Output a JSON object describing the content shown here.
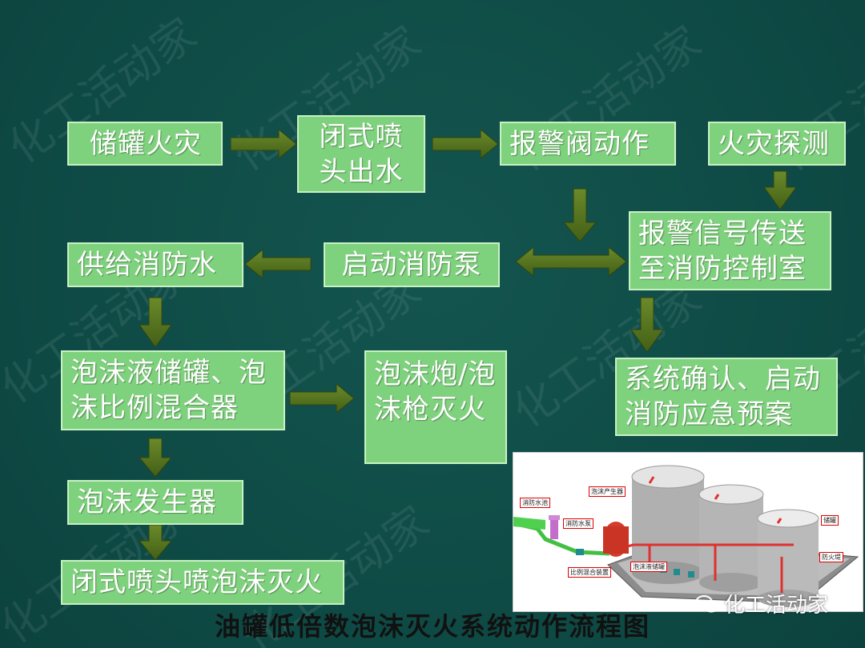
{
  "watermark_text": "化工活动家",
  "boxes": {
    "tank_fire": "储罐火灾",
    "sprinkler_water": "闭式喷\n头出水",
    "alarm_valve": "报警阀动作",
    "fire_detect": "火灾探测",
    "alarm_signal": "报警信号传送\n至消防控制室",
    "supply_water": "供给消防水",
    "start_pump": "启动消防泵",
    "foam_tank": "泡沫液储罐、泡\n沫比例混合器",
    "foam_cannon": "泡沫炮/泡\n沫枪灭火",
    "confirm": "系统确认、启动\n消防应急预案",
    "foam_generator": "泡沫发生器",
    "sprinkler_foam": "闭式喷头喷泡沫灭火"
  },
  "caption": "油罐低倍数泡沫灭火系统动作流程图",
  "brand": "化工活动家",
  "illustration": {
    "labels": {
      "fire_water_pool": "消防水池",
      "fire_pump": "消防水泵",
      "proportioner": "比例混合装置",
      "foam_tank": "泡沫液储罐",
      "foam_generator": "泡沫产生器",
      "storage_tank": "储罐",
      "firewall": "防火堤"
    }
  },
  "colors": {
    "background": "#0f4c47",
    "box_fill": "#7fd27d",
    "box_border": "#c8f1c3",
    "arrow": "#4f6f1e",
    "caption": "#111111"
  }
}
